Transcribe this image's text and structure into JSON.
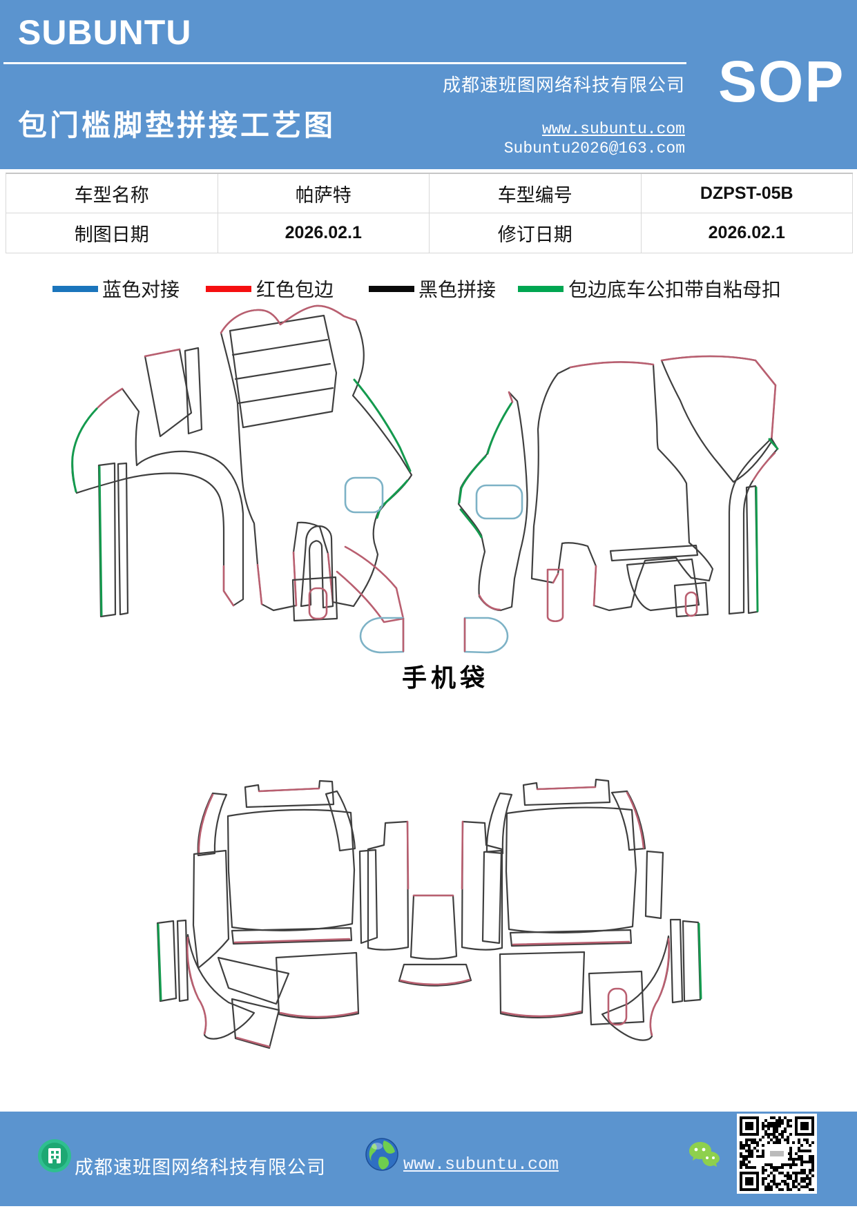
{
  "header": {
    "logo": "SUBUNTU",
    "title": "包门槛脚垫拼接工艺图",
    "company": "成都速班图网络科技有限公司",
    "website": "www.subuntu.com",
    "email": "Subuntu2026@163.com",
    "sop": "SOP"
  },
  "colors": {
    "band_blue": "#5B94CF",
    "outline_dark": "#3f3f3f",
    "edge_red": "#b95f70",
    "edge_green": "#149a4e",
    "edge_teal": "#7db2c6"
  },
  "table": {
    "rows": [
      [
        "车型名称",
        "帕萨特",
        "车型编号",
        "DZPST-05B"
      ],
      [
        "制图日期",
        "2026.02.1",
        "修订日期",
        "2026.02.1"
      ]
    ]
  },
  "legend": {
    "items": [
      {
        "label": "蓝色对接",
        "color": "#1B75BC"
      },
      {
        "label": "红色包边",
        "color": "#F50F10"
      },
      {
        "label": "黑色拼接",
        "color": "#0a0a0a"
      },
      {
        "label": "包边底车公扣带自粘母扣",
        "color": "#00A651"
      }
    ]
  },
  "diagram": {
    "phone_bag_label": "手机袋"
  },
  "footer": {
    "company": "成都速班图网络科技有限公司",
    "website": "www.subuntu.com"
  }
}
